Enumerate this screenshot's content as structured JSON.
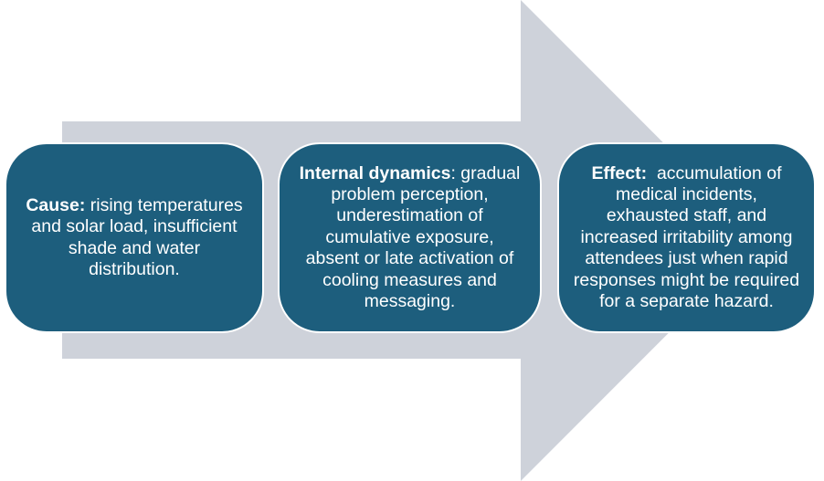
{
  "diagram": {
    "type": "cause-effect-arrow-flow",
    "colors": {
      "background": "#ffffff",
      "arrow_fill": "#ced2da",
      "box_fill": "#1d5e7d",
      "box_border": "#ffffff",
      "text": "#ffffff"
    },
    "arrow": {
      "direction": "right"
    },
    "boxes": [
      {
        "id": "cause",
        "lead": "Cause:",
        "body": " rising temperatures\nand solar load, insufficient\nshade and water\ndistribution."
      },
      {
        "id": "internal-dynamics",
        "lead": "Internal dynamics",
        "body": ": gradual\nproblem perception,\nunderestimation of\ncumulative exposure,\nabsent or late activation of\ncooling measures and\nmessaging."
      },
      {
        "id": "effect",
        "lead": "Effect:",
        "body": "  accumulation of\nmedical incidents,\nexhausted staff, and\nincreased irritability among\nattendees just when rapid\nresponses might be required\nfor a separate hazard."
      }
    ]
  }
}
